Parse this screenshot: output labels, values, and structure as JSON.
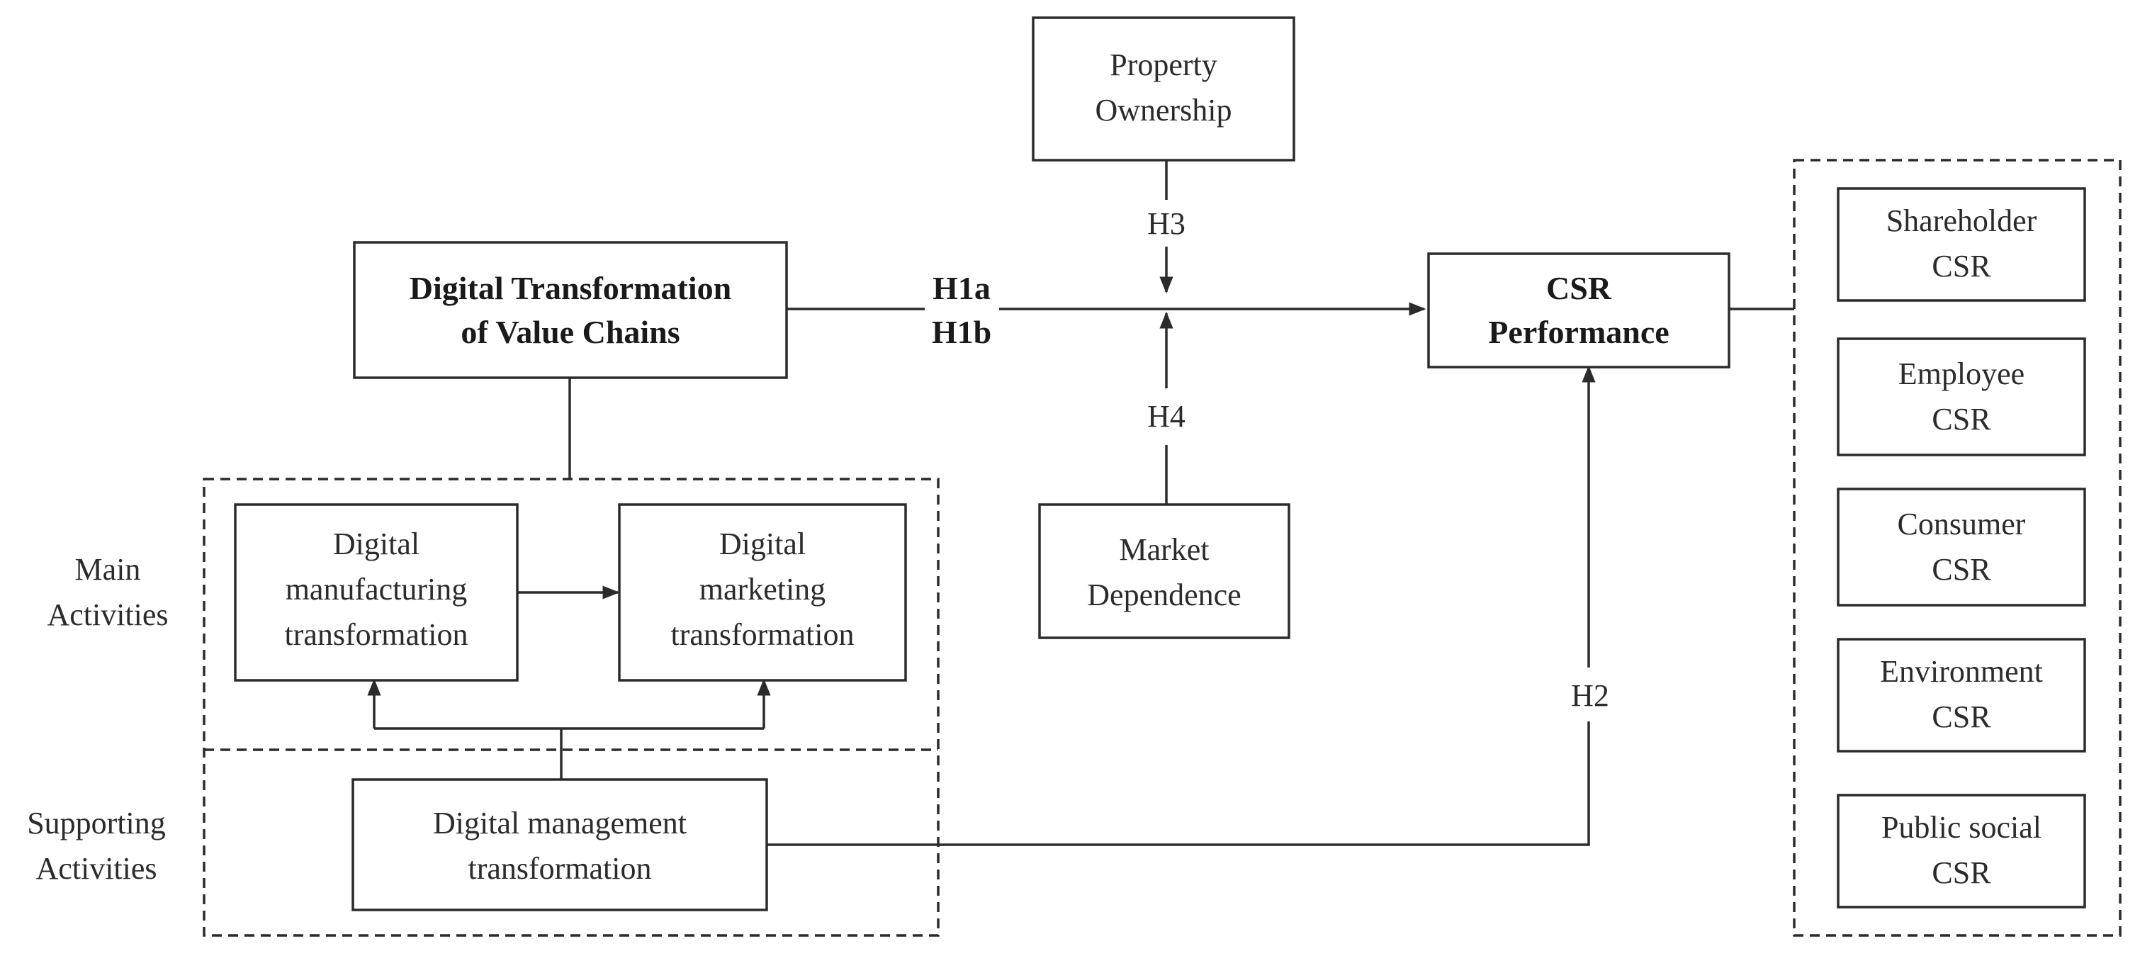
{
  "dtvc": {
    "line1": "Digital Transformation",
    "line2": "of Value Chains"
  },
  "property": {
    "line1": "Property",
    "line2": "Ownership"
  },
  "market": {
    "line1": "Market",
    "line2": "Dependence"
  },
  "csr_perf": {
    "line1": "CSR",
    "line2": "Performance"
  },
  "manufacturing": {
    "line1": "Digital",
    "line2": "manufacturing",
    "line3": "transformation"
  },
  "marketing": {
    "line1": "Digital",
    "line2": "marketing",
    "line3": "transformation"
  },
  "management": {
    "line1": "Digital management",
    "line2": "transformation"
  },
  "side_labels": {
    "main1": "Main",
    "main2": "Activities",
    "support1": "Supporting",
    "support2": "Activities"
  },
  "hypotheses": {
    "h1a": "H1a",
    "h1b": "H1b",
    "h2": "H2",
    "h3": "H3",
    "h4": "H4"
  },
  "csr_dimensions": [
    {
      "line1": "Shareholder",
      "line2": "CSR"
    },
    {
      "line1": "Employee",
      "line2": "CSR"
    },
    {
      "line1": "Consumer",
      "line2": "CSR"
    },
    {
      "line1": "Environment",
      "line2": "CSR"
    },
    {
      "line1": "Public social",
      "line2": "CSR"
    }
  ]
}
